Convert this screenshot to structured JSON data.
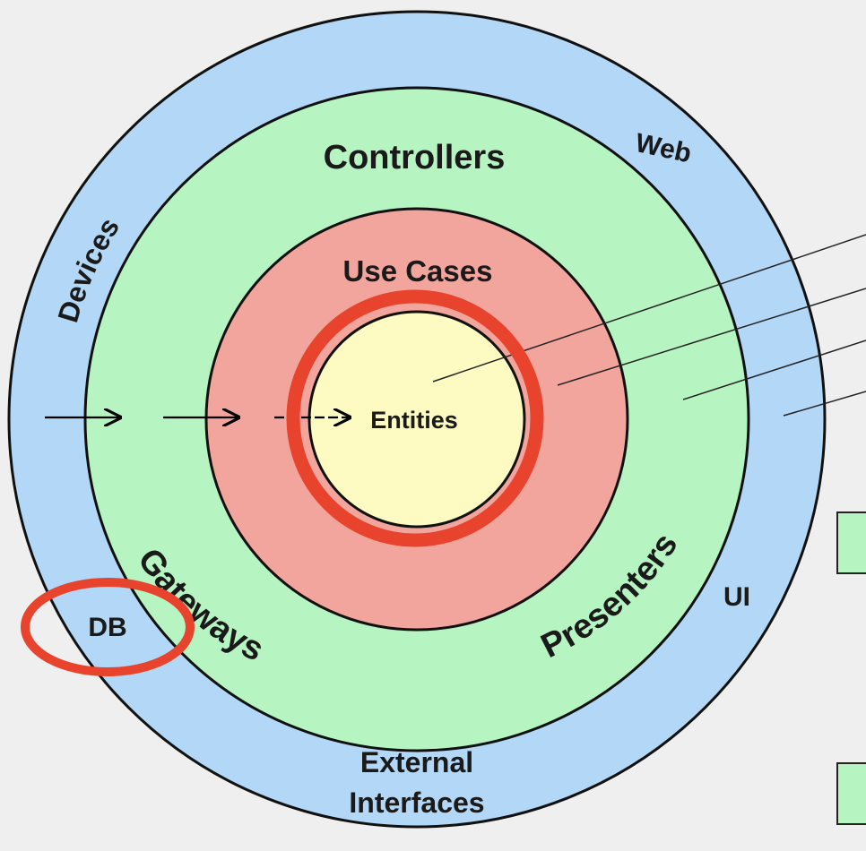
{
  "diagram": {
    "layers": {
      "frameworks": {
        "color": "#b3d7f7",
        "labels": {
          "devices": "Devices",
          "web": "Web",
          "ui": "UI",
          "db": "DB",
          "external_line1": "External",
          "external_line2": "Interfaces"
        }
      },
      "adapters": {
        "color": "#b6f5c1",
        "labels": {
          "controllers": "Controllers",
          "gateways": "Gateways",
          "presenters": "Presenters"
        }
      },
      "use_cases": {
        "color": "#f2a59c",
        "label": "Use Cases"
      },
      "entities": {
        "color": "#fdfac2",
        "label": "Entities"
      }
    },
    "highlight_color": "#e8432d",
    "legend_box_color": "#b6f5c1"
  }
}
